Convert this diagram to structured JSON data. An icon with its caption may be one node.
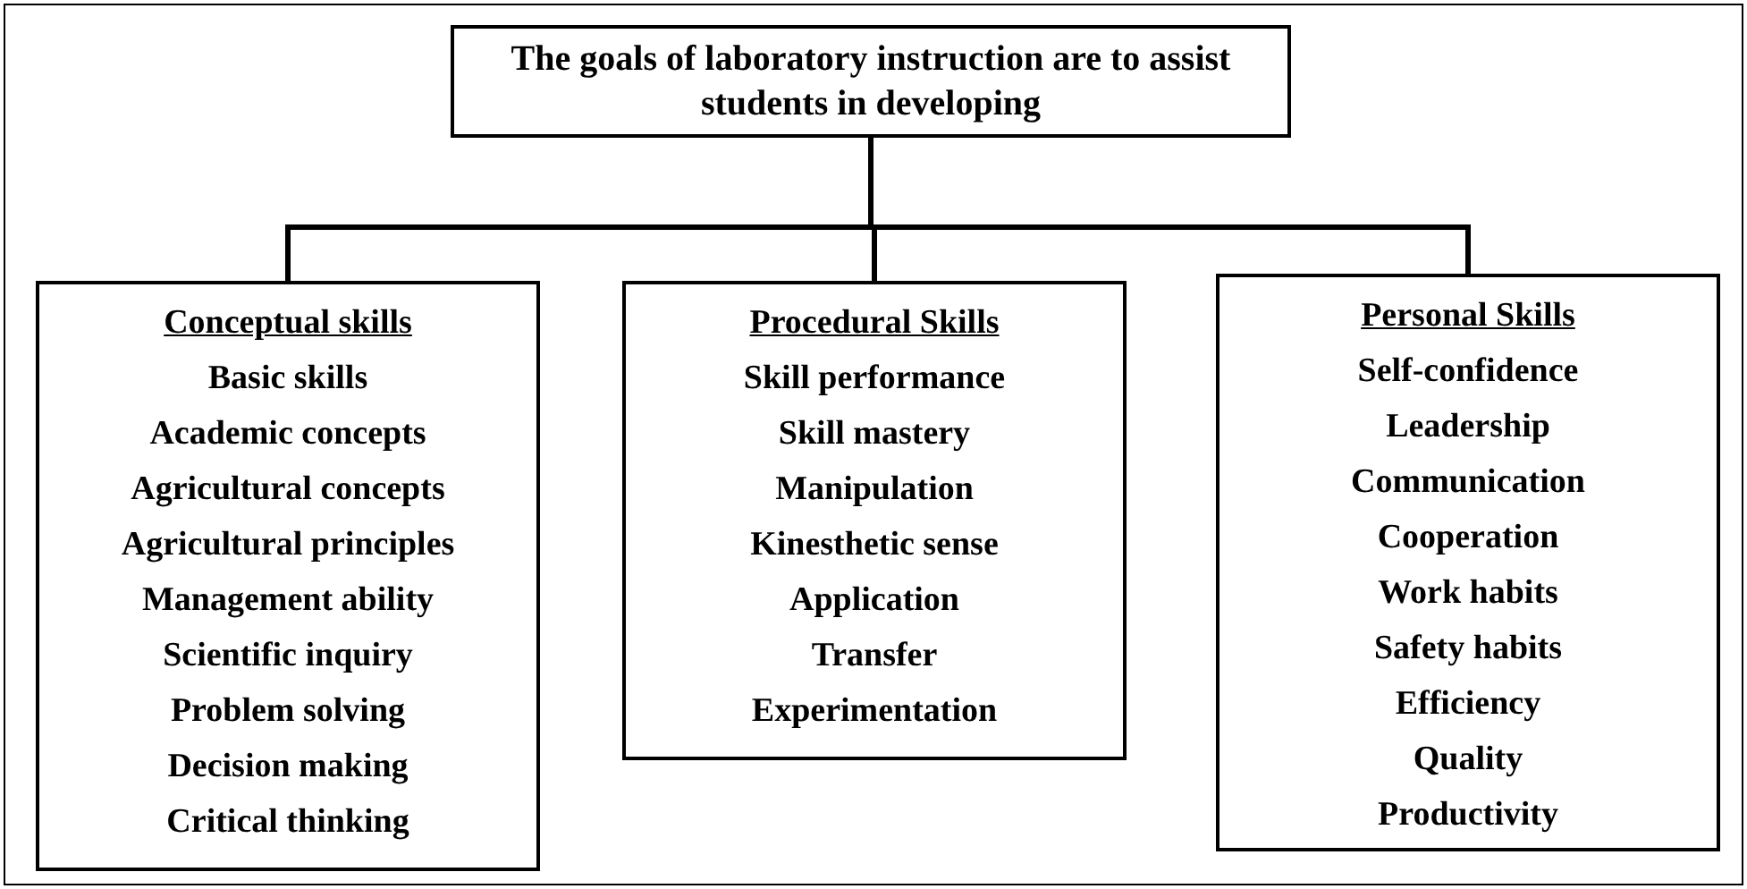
{
  "diagram": {
    "nodes": [
      {
        "text": [
          "The goals of laboratory instruction are to assist students in developing"
        ]
      },
      {
        "text": [
          "Conceptual skills",
          "Basic skills",
          "Academic concepts",
          "Agricultural concepts",
          "Agricultural principles",
          "Management ability",
          "Scientific inquiry",
          "Problem solving",
          "Decision making",
          "Critical thinking"
        ]
      },
      {
        "text": [
          "Procedural Skills",
          "Skill performance",
          "Skill mastery",
          "Manipulation",
          "Kinesthetic sense",
          "Application",
          "Transfer",
          "Experimentation"
        ]
      },
      {
        "text": [
          "Personal Skills",
          "Self-confidence",
          "Leadership",
          "Communication",
          "Cooperation",
          "Work habits",
          "Safety habits",
          "Efficiency",
          "Quality",
          "Productivity"
        ]
      }
    ],
    "edges": [
      {
        "from": 0,
        "to": 1,
        "arrow": "none"
      },
      {
        "from": 0,
        "to": 2,
        "arrow": "none"
      },
      {
        "from": 0,
        "to": 3,
        "arrow": "none"
      }
    ]
  }
}
